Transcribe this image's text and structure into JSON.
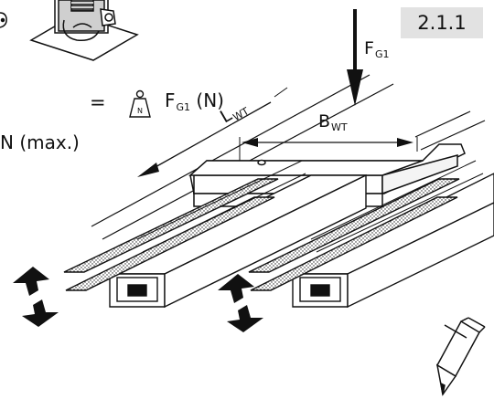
{
  "section_number": "2.1.1",
  "force_label": {
    "symbol": "F",
    "subscript": "G1"
  },
  "formula": {
    "equals": "=",
    "term_symbol": "F",
    "term_subscript": "G1",
    "unit": "(N)"
  },
  "weight_icon_letter": "N",
  "max_text": "N (max.)",
  "length_label": {
    "symbol": "L",
    "subscript": "WT"
  },
  "width_label": {
    "symbol": "B",
    "subscript": "WT"
  },
  "icons": [
    "weight-icon",
    "mass-on-plate-icon",
    "pencil-icon",
    "double-arrow-icon"
  ]
}
